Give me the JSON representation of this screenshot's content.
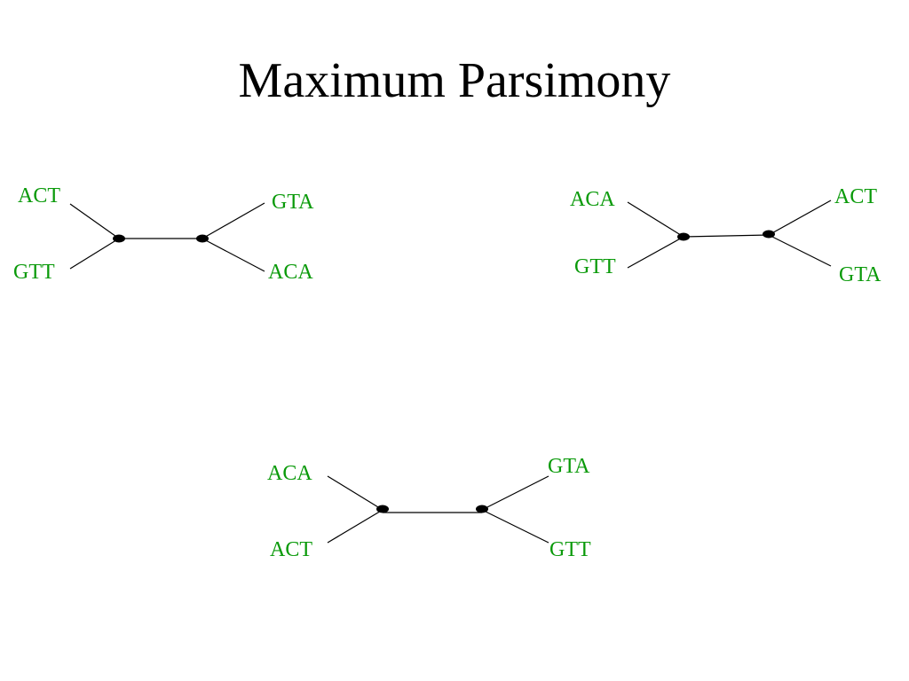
{
  "slide": {
    "title": "Maximum Parsimony"
  },
  "colors": {
    "label": "#0a9a0a",
    "line": "#000000",
    "node": "#000000"
  },
  "trees": [
    {
      "leaves": [
        "ACT",
        "GTT",
        "GTA",
        "ACA"
      ]
    },
    {
      "leaves": [
        "ACA",
        "GTT",
        "ACT",
        "GTA"
      ]
    },
    {
      "leaves": [
        "ACA",
        "ACT",
        "GTA",
        "GTT"
      ]
    }
  ]
}
